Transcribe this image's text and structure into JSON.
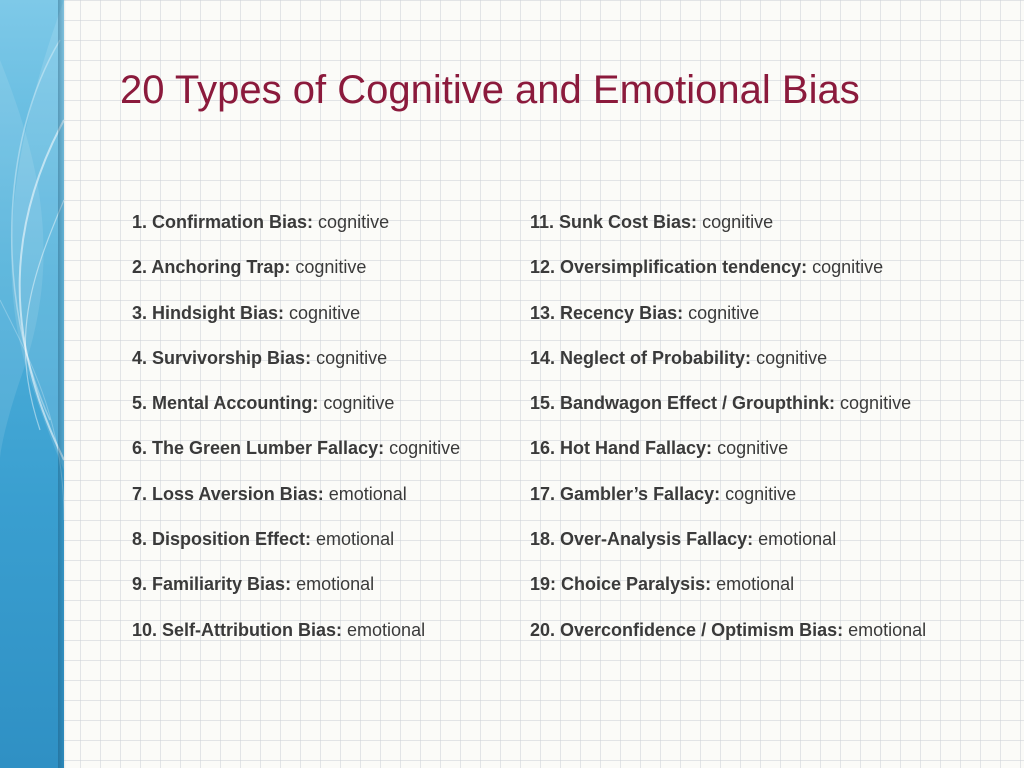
{
  "slide": {
    "title": "20 Types of Cognitive and Emotional Bias"
  },
  "colors": {
    "title": "#8b1a3c",
    "text": "#3a3a3a",
    "side_band": "#4fb0da",
    "background": "#fbfbf8",
    "grid": "#d0d5da"
  },
  "columns": {
    "left": [
      {
        "name": "1. Confirmation Bias:",
        "type": "cognitive"
      },
      {
        "name": "2. Anchoring Trap:",
        "type": "cognitive"
      },
      {
        "name": "3. Hindsight Bias:",
        "type": "cognitive"
      },
      {
        "name": "4. Survivorship Bias:",
        "type": "cognitive"
      },
      {
        "name": "5. Mental Accounting:",
        "type": "cognitive"
      },
      {
        "name": "6. The Green Lumber Fallacy:",
        "type": "cognitive"
      },
      {
        "name": "7. Loss Aversion Bias:",
        "type": "emotional"
      },
      {
        "name": "8. Disposition Effect:",
        "type": "emotional"
      },
      {
        "name": "9. Familiarity Bias:",
        "type": "emotional"
      },
      {
        "name": "10. Self-Attribution Bias:",
        "type": "emotional"
      }
    ],
    "right": [
      {
        "name": "11. Sunk Cost Bias:",
        "type": "cognitive"
      },
      {
        "name": "12. Oversimplification tendency:",
        "type": "cognitive"
      },
      {
        "name": "13. Recency Bias:",
        "type": "cognitive"
      },
      {
        "name": "14. Neglect of Probability:",
        "type": "cognitive"
      },
      {
        "name": "15. Bandwagon Effect / Groupthink:",
        "type": "cognitive"
      },
      {
        "name": "16. Hot Hand Fallacy:",
        "type": "cognitive"
      },
      {
        "name": "17. Gambler’s Fallacy:",
        "type": "cognitive"
      },
      {
        "name": "18. Over-Analysis Fallacy:",
        "type": "emotional"
      },
      {
        "name": "19: Choice Paralysis:",
        "type": "emotional"
      },
      {
        "name": "20. Overconfidence / Optimism Bias:",
        "type": "emotional"
      }
    ]
  }
}
